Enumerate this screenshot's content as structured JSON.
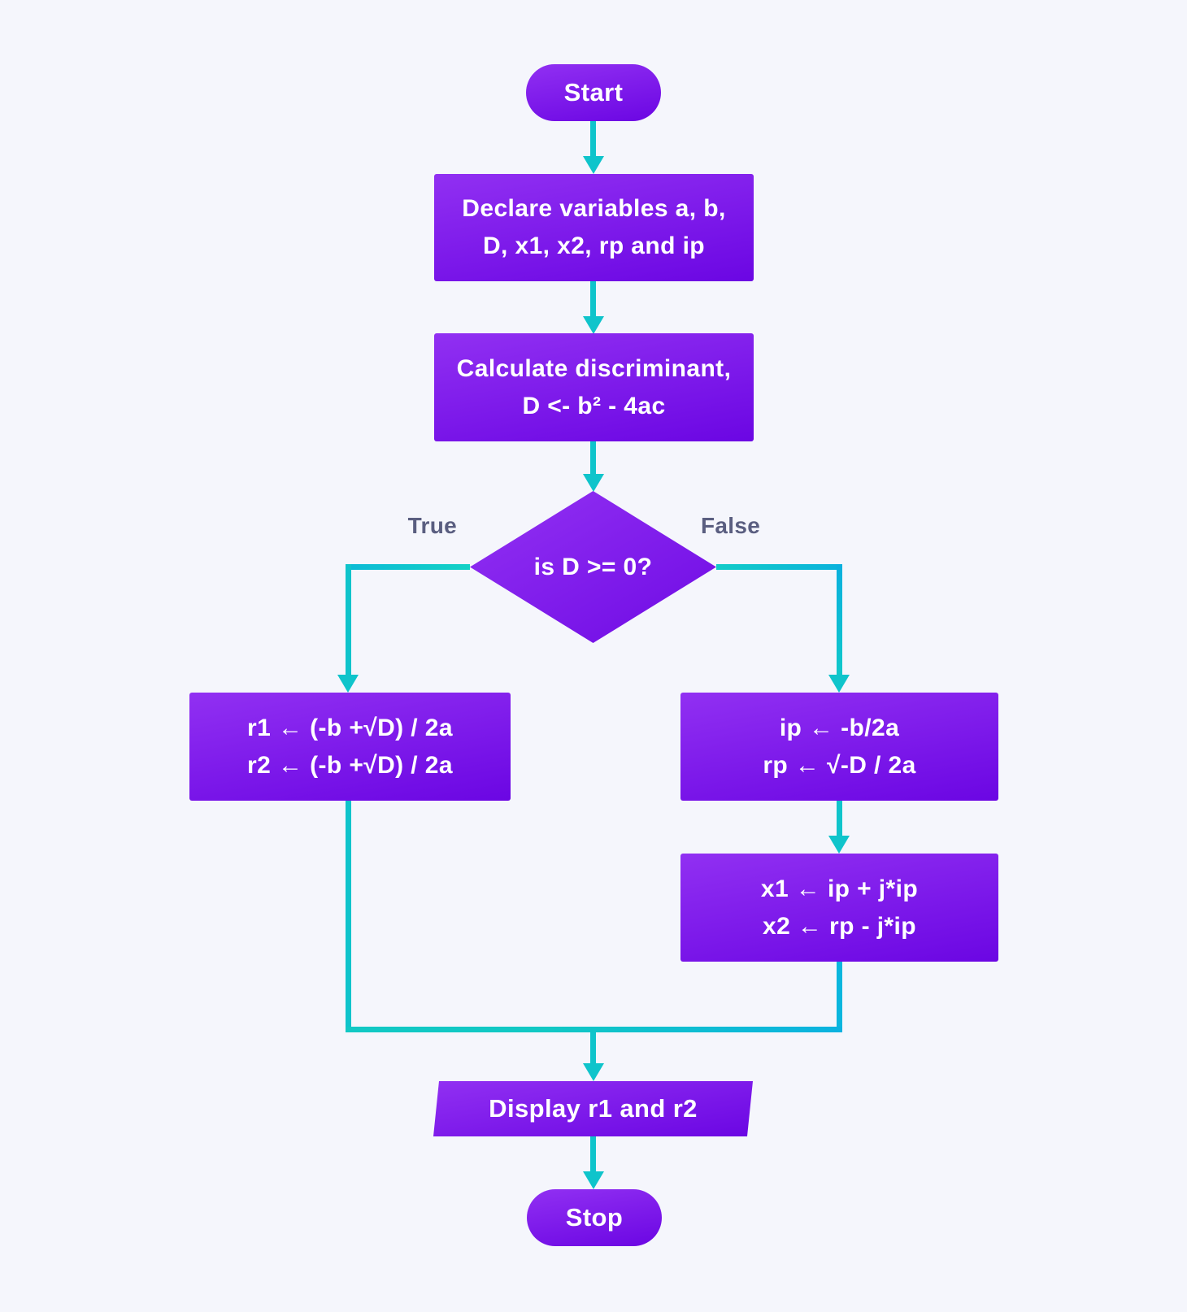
{
  "colors": {
    "bg": "#f5f6fc",
    "node_top": "#9130f2",
    "node_bottom": "#6b06e3",
    "teal": "#0fc4cb",
    "blue": "#0ab6de",
    "edge_label": "#5a5e80",
    "node_text": "#ffffff"
  },
  "edge_labels": {
    "true": "True",
    "false": "False"
  },
  "nodes": {
    "start": {
      "label": "Start"
    },
    "declare": {
      "lines": [
        "Declare variables a, b,",
        "D, x1, x2, rp and ip"
      ]
    },
    "discriminant": {
      "lines": [
        "Calculate discriminant,",
        "D <- b² - 4ac"
      ]
    },
    "decision": {
      "label": "is D >= 0?"
    },
    "real_roots": {
      "lines": [
        "r1 ← (-b +√D) / 2a",
        "r2 ← (-b +√D) / 2a"
      ]
    },
    "imaginary_parts": {
      "lines": [
        "ip ← -b/2a",
        "rp ← √-D / 2a"
      ]
    },
    "complex_roots": {
      "lines": [
        "x1 ← ip + j*ip",
        "x2 ← rp - j*ip"
      ]
    },
    "display": {
      "label": "Display r1 and r2"
    },
    "stop": {
      "label": "Stop"
    }
  }
}
